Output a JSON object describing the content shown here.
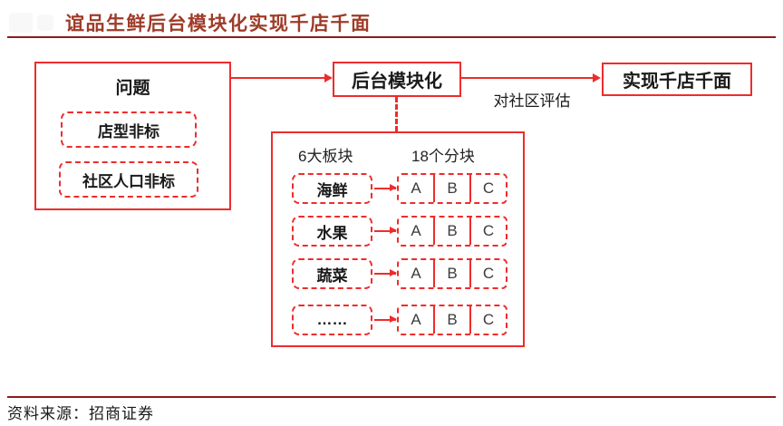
{
  "title": "谊品生鲜后台模块化实现千店千面",
  "colors": {
    "diagram_red": "#ee2c2c",
    "rule_dark_red": "#8c1c1c",
    "title_red": "#9f3b28"
  },
  "problem_box": {
    "title": "问题",
    "items": [
      "店型非标",
      "社区人口非标"
    ]
  },
  "flow": {
    "backend_label": "后台模块化",
    "edge_label": "对社区评估",
    "result_label": "实现千店千面"
  },
  "modules_box": {
    "header_left": "6大板块",
    "header_right": "18个分块",
    "rows": [
      {
        "category": "海鲜",
        "cells": [
          "A",
          "B",
          "C"
        ]
      },
      {
        "category": "水果",
        "cells": [
          "A",
          "B",
          "C"
        ]
      },
      {
        "category": "蔬菜",
        "cells": [
          "A",
          "B",
          "C"
        ]
      },
      {
        "category": "……",
        "cells": [
          "A",
          "B",
          "C"
        ]
      }
    ]
  },
  "footer": {
    "source_label": "资料来源：招商证券"
  }
}
